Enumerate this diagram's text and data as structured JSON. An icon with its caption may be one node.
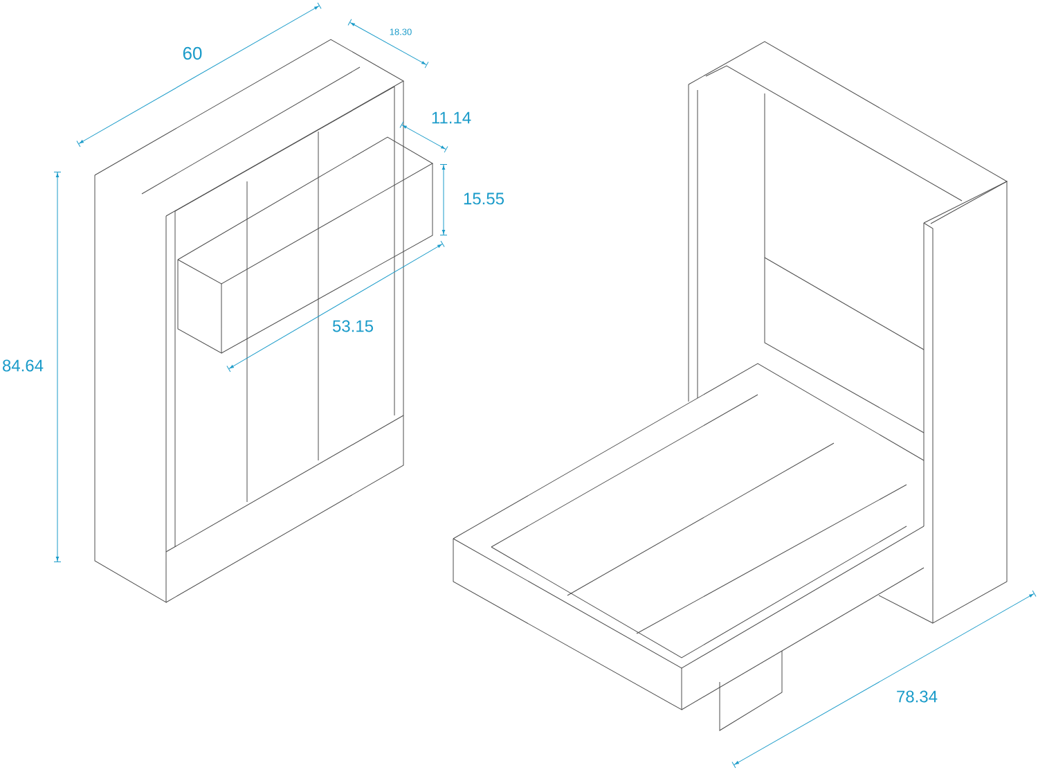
{
  "diagram": {
    "labels": [
      "60",
      "18.30",
      "11.14",
      "15.55",
      "84.64",
      "53.15",
      "78.34"
    ]
  }
}
